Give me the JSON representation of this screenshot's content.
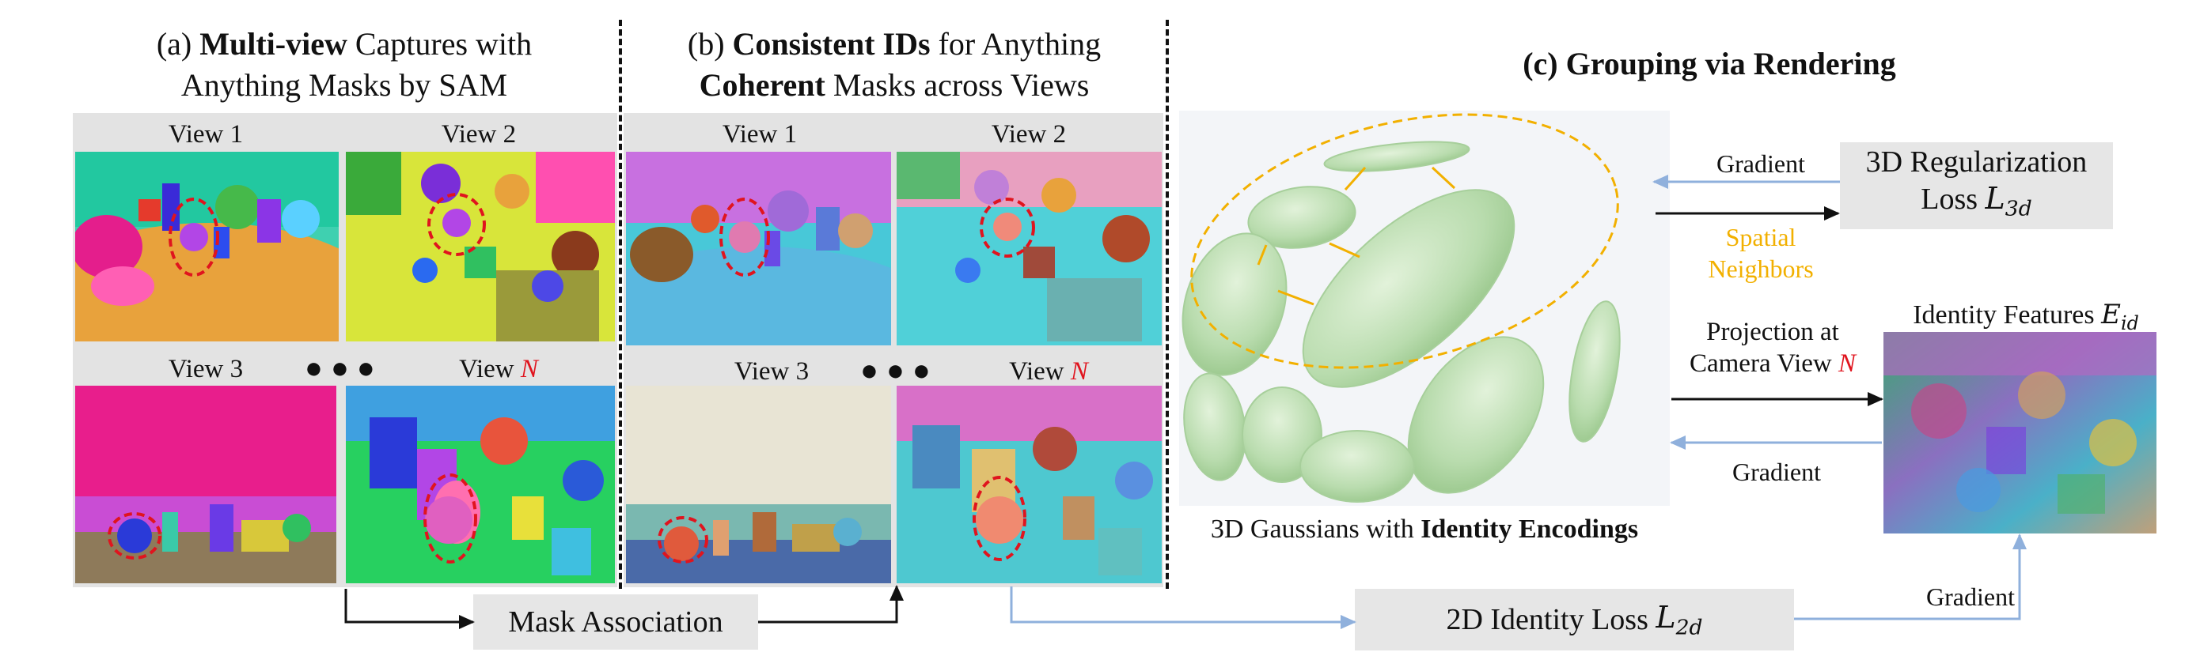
{
  "panel_a": {
    "title_part1": "(a)",
    "title_bold": "Multi-view",
    "title_part2": "Captures with",
    "title_line2": "Anything Masks by SAM",
    "views": [
      "View 1",
      "View 2",
      "View 3",
      "View"
    ],
    "view_n": "N",
    "dots": "●●●"
  },
  "panel_b": {
    "title_part1": "(b)",
    "title_bold1": "Consistent IDs",
    "title_part2": "for Anything",
    "title_bold2": "Coherent",
    "title_part3": "Masks across Views",
    "views": [
      "View 1",
      "View 2",
      "View 3",
      "View"
    ],
    "view_n": "N",
    "dots": "●●●"
  },
  "mask_association": "Mask Association",
  "panel_c": {
    "title": "(c) Grouping via Rendering",
    "caption_part1": "3D Gaussians with",
    "caption_bold": "Identity Encodings",
    "gradient_top": "Gradient",
    "spatial_line1": "Spatial",
    "spatial_line2": "Neighbors",
    "reg_line1": "3D Regularization",
    "reg_line2": "Loss",
    "reg_symbol": "L",
    "reg_sub": "3d",
    "identity_label": "Identity Features",
    "identity_symbol": "E",
    "identity_sub": "id",
    "projection_line1": "Projection at",
    "projection_line2": "Camera View",
    "projection_n": "N",
    "gradient_mid": "Gradient",
    "gradient_bottom": "Gradient",
    "loss2d_label": "2D Identity Loss",
    "loss2d_symbol": "L",
    "loss2d_sub": "2d"
  },
  "colors": {
    "arrow_blue": "#8fb0dc",
    "mask_circle_red": "#e0141e",
    "neighbor_yellow": "#f2b000",
    "gaussian_green": "#b9dcae"
  }
}
